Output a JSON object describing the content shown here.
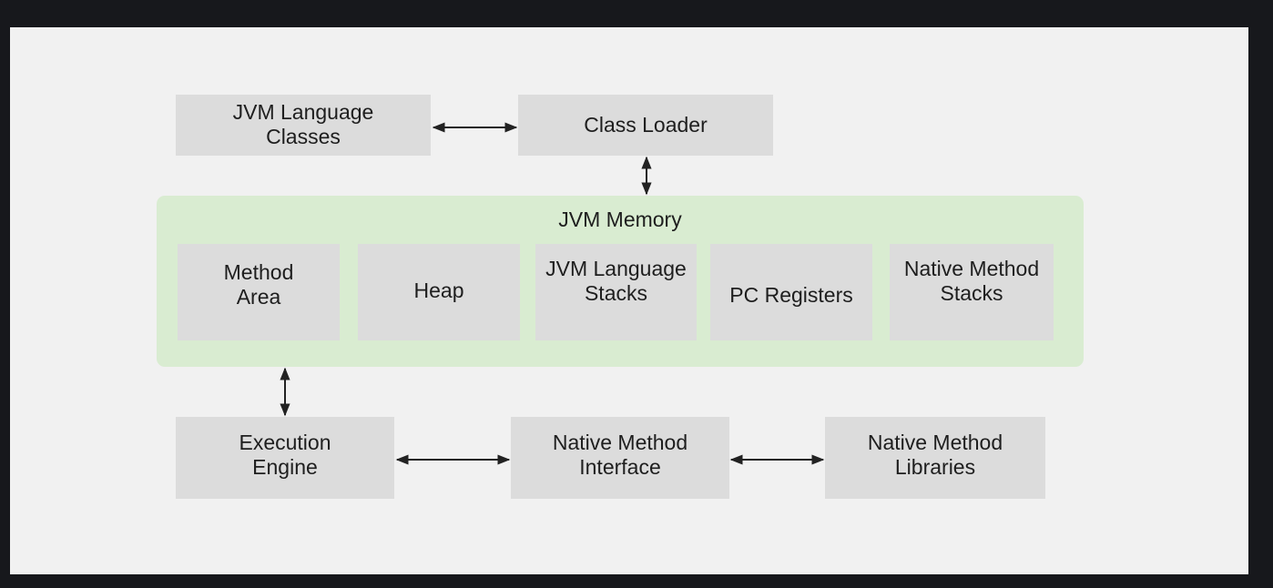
{
  "diagram": {
    "colors": {
      "background": "#17181c",
      "canvas": "#f1f1f1",
      "box": "#dcdcdc",
      "memory_region": "#d9ecd1",
      "text": "#1e1e1e",
      "arrow": "#222222"
    },
    "top_row": {
      "jvm_language_classes": "JVM Language\nClasses",
      "class_loader": "Class Loader"
    },
    "memory": {
      "title": "JVM Memory",
      "method_area": "Method\nArea",
      "heap": "Heap",
      "jvm_language_stacks": "JVM Language\nStacks",
      "pc_registers": "PC Registers",
      "native_method_stacks": "Native Method\nStacks"
    },
    "bottom_row": {
      "execution_engine": "Execution\nEngine",
      "native_method_interface": "Native Method\nInterface",
      "native_method_libraries": "Native Method\nLibraries"
    },
    "connections": [
      {
        "from": "JVM Language Classes",
        "to": "Class Loader",
        "direction": "both"
      },
      {
        "from": "Class Loader",
        "to": "JVM Memory",
        "direction": "both"
      },
      {
        "from": "JVM Memory",
        "to": "Execution Engine",
        "direction": "both"
      },
      {
        "from": "Execution Engine",
        "to": "Native Method Interface",
        "direction": "both"
      },
      {
        "from": "Native Method Interface",
        "to": "Native Method Libraries",
        "direction": "both"
      }
    ]
  }
}
